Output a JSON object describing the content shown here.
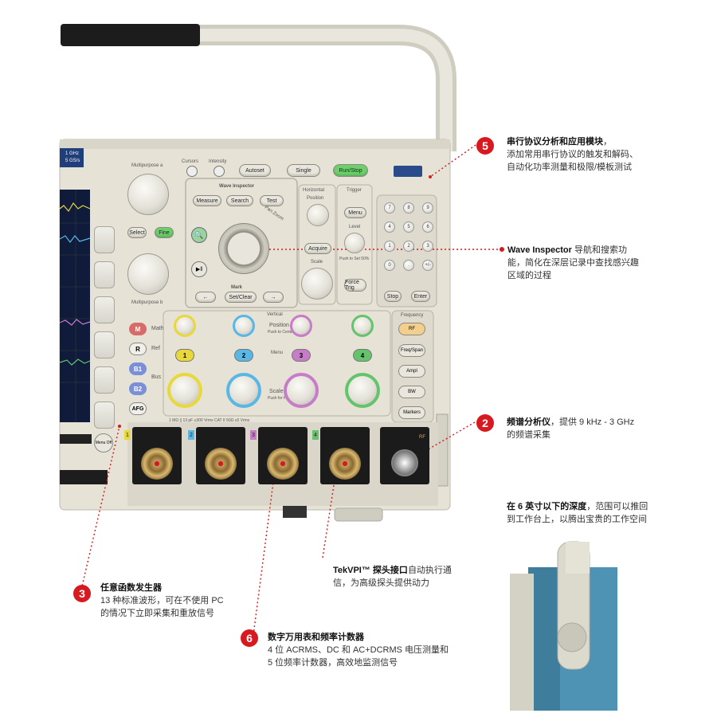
{
  "colors": {
    "accent_red": "#d71920",
    "panel_beige": "#e6e3d6",
    "ch1": "#e8d83a",
    "ch2": "#59b7e6",
    "ch3": "#c77cc7",
    "ch4": "#63c46b",
    "dark_body": "#2a2a2a",
    "side_view_blue": "#4f93b4"
  },
  "instrument": {
    "top_label_line1": "1 GHz",
    "top_label_line2": "5 GS/s",
    "multipurpose_a": "Multipurpose a",
    "multipurpose_b": "Multipurpose b",
    "cursors": "Cursors",
    "intensity": "Intensity",
    "autoset": "Autoset",
    "single": "Single",
    "run_stop": "Run/Stop",
    "select": "Select",
    "fine": "Fine",
    "wave_inspector": "Wave Inspector",
    "measure": "Measure",
    "search": "Search",
    "test": "Test",
    "pan_zoom": "Pan Zoom",
    "mark": "Mark",
    "set_clear": "Set/Clear",
    "horizontal": "Horizontal",
    "position": "Position",
    "acquire": "Acquire",
    "scale": "Scale",
    "trigger": "Trigger",
    "menu": "Menu",
    "level": "Level",
    "push_set_50": "Push to Set 50%",
    "force_trig": "Force Trig",
    "stop": "Stop",
    "enter": "Enter",
    "vertical": "Vertical",
    "push_to_center": "Push to Center",
    "menu_small": "Menu",
    "scale_push_fine": "Push for Fine",
    "math": "Math",
    "ref": "Ref",
    "bus": "Bus",
    "m": "M",
    "r": "R",
    "b1": "B1",
    "b2": "B2",
    "afg": "AFG",
    "ch_labels": [
      "1",
      "2",
      "3",
      "4"
    ],
    "frequency": "Frequency",
    "rf": "RF",
    "freq_span": "Freq/Span",
    "ampl": "Ampl",
    "bw": "BW",
    "markers": "Markers",
    "input_spec": "1 MΩ || 13 pF   ≤300 Vrms CAT II   50Ω ≤5 Vrms",
    "menu_off": "Menu Off",
    "keypad": [
      "7",
      "8",
      "9",
      "4",
      "5",
      "6",
      "1",
      "2",
      "3",
      "0",
      ".",
      "+/-"
    ]
  },
  "annotations": {
    "a5": {
      "number": "5",
      "title": "串行协议分析和应用模块",
      "sep": "，",
      "body": "添加常用串行协议的触发和解码、自动化功率测量和极限/模板测试"
    },
    "wave": {
      "title": "Wave Inspector",
      "body": " 导航和搜索功能，简化在深层记录中查找感兴趣区域的过程"
    },
    "a2": {
      "number": "2",
      "title": "频谱分析仪",
      "body": "，提供 9 kHz - 3 GHz 的频谱采集"
    },
    "depth": {
      "title": "在 6 英寸以下的深度",
      "body": "，范围可以推回到工作台上，以腾出宝贵的工作空间"
    },
    "tekvpi": {
      "title": "TekVPI™ 探头接口",
      "body": "自动执行通信，为高级探头提供动力"
    },
    "a3": {
      "number": "3",
      "title": "任意函数发生器",
      "body": "13 种标准波形，可在不使用 PC 的情况下立即采集和重放信号"
    },
    "a6": {
      "number": "6",
      "title": "数字万用表和频率计数器",
      "body": "4 位 ACRMS、DC 和 AC+DCRMS 电压测量和 5 位频率计数器，高效地监测信号"
    }
  }
}
